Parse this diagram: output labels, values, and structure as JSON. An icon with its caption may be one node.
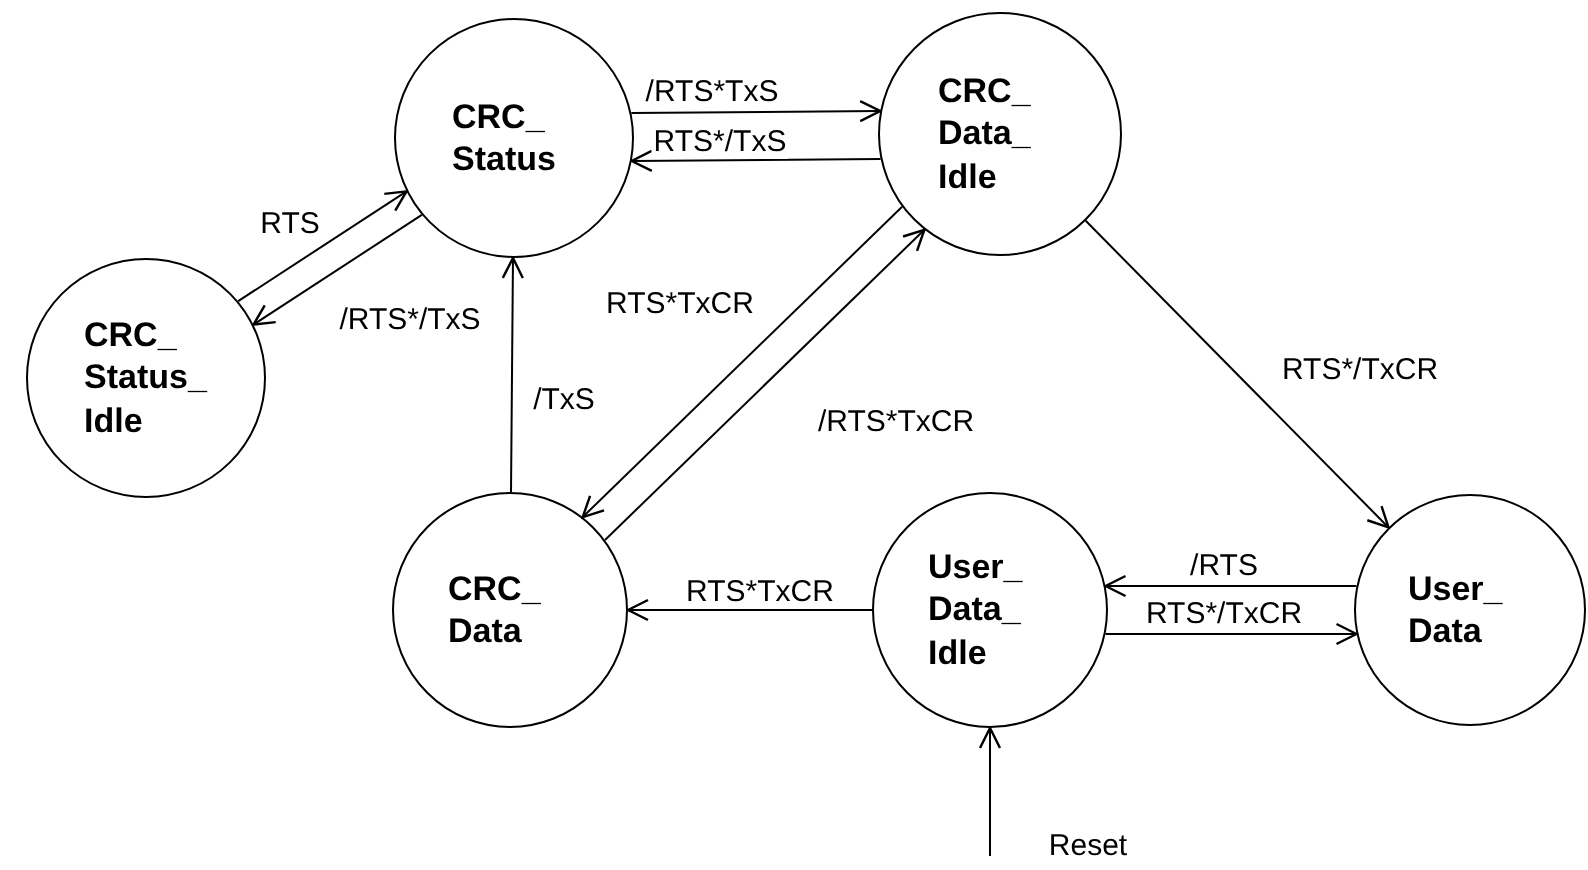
{
  "diagram": {
    "nodes": [
      {
        "text": [
          "CRC_ Status"
        ]
      },
      {
        "text": [
          "CRC_ Data_ Idle"
        ]
      },
      {
        "text": [
          "CRC_ Status_ Idle"
        ]
      },
      {
        "text": [
          "CRC_ Data"
        ]
      },
      {
        "text": [
          "User_ Data_ Idle"
        ]
      },
      {
        "text": [
          "User_ Data"
        ]
      }
    ],
    "edges": [
      {
        "from": 0,
        "to": 1,
        "arrow": "to",
        "label": "/RTS*TxS"
      },
      {
        "from": 1,
        "to": 0,
        "arrow": "to",
        "label": "RTS*/TxS"
      },
      {
        "from": 2,
        "to": 0,
        "arrow": "to",
        "label": "RTS"
      },
      {
        "from": 0,
        "to": 2,
        "arrow": "to",
        "label": "/RTS*/TxS"
      },
      {
        "from": 3,
        "to": 0,
        "arrow": "to",
        "label": "/TxS"
      },
      {
        "from": 1,
        "to": 3,
        "arrow": "to",
        "label": "RTS*TxCR"
      },
      {
        "from": 3,
        "to": 1,
        "arrow": "to",
        "label": "/RTS*TxCR"
      },
      {
        "from": 1,
        "to": 5,
        "arrow": "to",
        "label": "RTS*/TxCR"
      },
      {
        "from": 5,
        "to": 4,
        "arrow": "to",
        "label": "/RTS"
      },
      {
        "from": 4,
        "to": 5,
        "arrow": "to",
        "label": "RTS*/TxCR"
      },
      {
        "from": 4,
        "to": 3,
        "arrow": "to",
        "label": "RTS*TxCR"
      },
      {
        "from": null,
        "to": 4,
        "arrow": "to",
        "label": "Reset"
      }
    ]
  }
}
